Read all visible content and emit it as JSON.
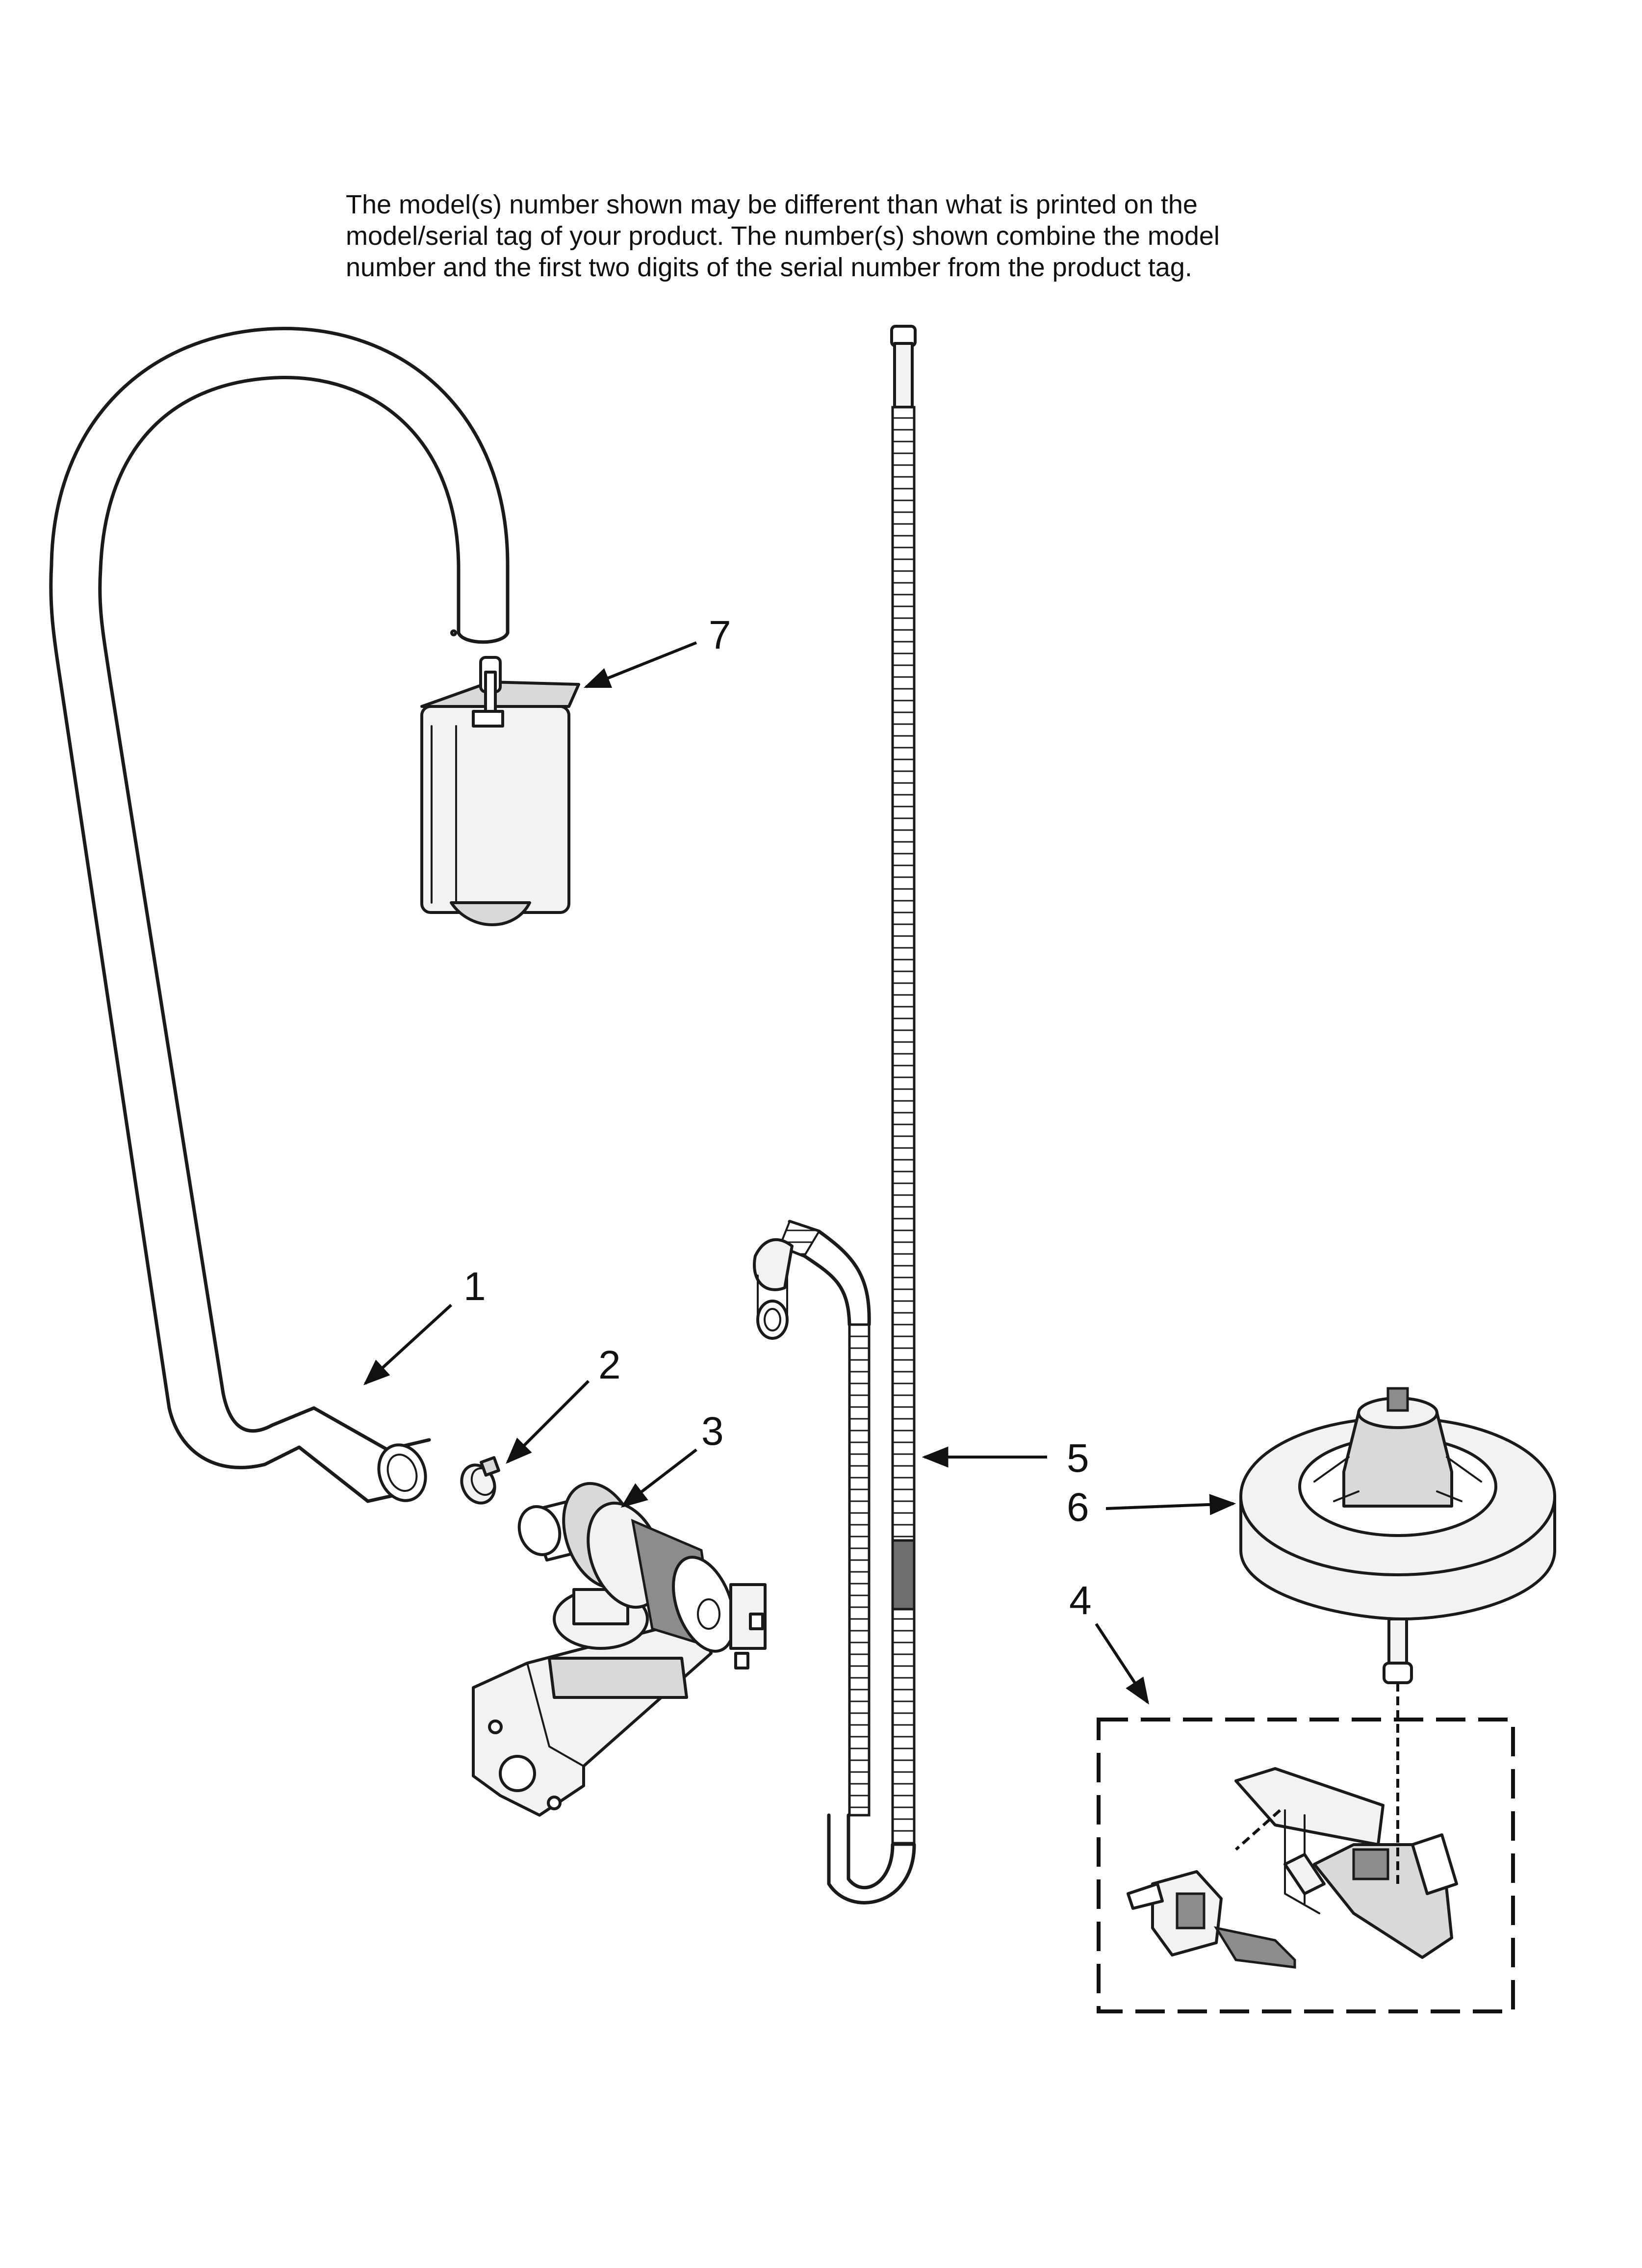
{
  "note": {
    "line1": "The model(s) number shown may be different than what is printed on the",
    "line2": "model/serial tag of your product. The number(s) shown combine the model",
    "line3": "number and the first two digits of the serial number from the product tag."
  },
  "callouts": [
    "1",
    "2",
    "3",
    "4",
    "5",
    "6",
    "7"
  ],
  "colors": {
    "ink": "#1a1a1a",
    "part_shade": "#d9d9d9",
    "background": "#ffffff"
  }
}
